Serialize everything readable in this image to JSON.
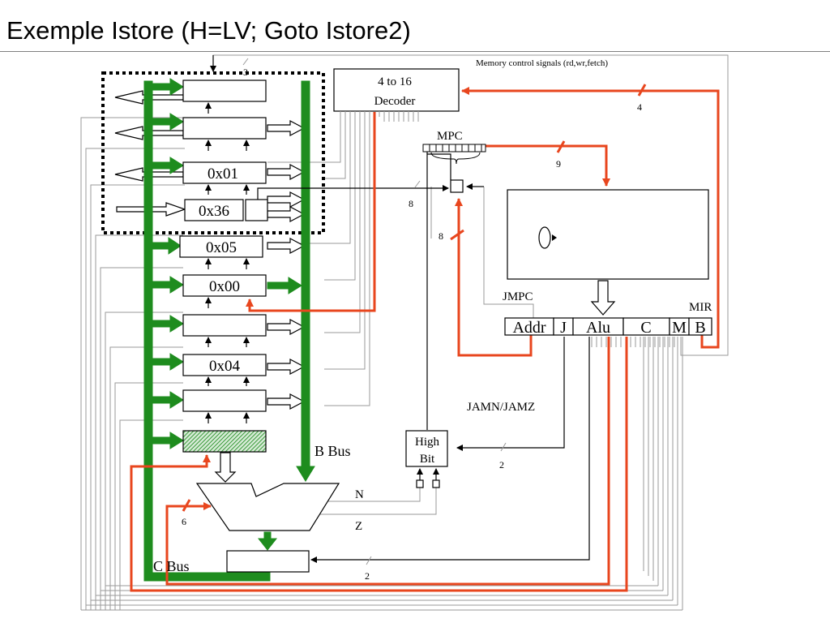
{
  "title": "Exemple Istore (H=LV; Goto Istore2)",
  "colors": {
    "bus_green": "#1e8c1e",
    "control_red": "#e8461e",
    "wire_gray": "#9a9a9a",
    "h_register_hatch": "#3a9a3a"
  },
  "labels": {
    "memory_signals": "Memory control signals (rd,wr,fetch)",
    "decoder_line1": "4 to 16",
    "decoder_line2": "Decoder",
    "mpc": "MPC",
    "mir": "MIR",
    "jmpc": "JMPC",
    "jamn_jamz": "JAMN/JAMZ",
    "high_bit_line1": "High",
    "high_bit_line2": "Bit",
    "b_bus": "B Bus",
    "c_bus": "C Bus",
    "n": "N",
    "z": "Z"
  },
  "wire_widths": {
    "memory_top": "3",
    "memory_ctrl": "4",
    "mpc_to_store": "9",
    "next_addr_left": "8",
    "next_addr_red": "8",
    "alu_ctrl": "6",
    "jam_to_highbit": "2",
    "shifter_ctrl": "2"
  },
  "registers": {
    "mbr": "0x01",
    "mbr_alt": "0x36",
    "sp": "0x05",
    "lv": "0x00",
    "tos": "0x04"
  },
  "mir_fields": [
    "Addr",
    "J",
    "Alu",
    "C",
    "M",
    "B"
  ]
}
